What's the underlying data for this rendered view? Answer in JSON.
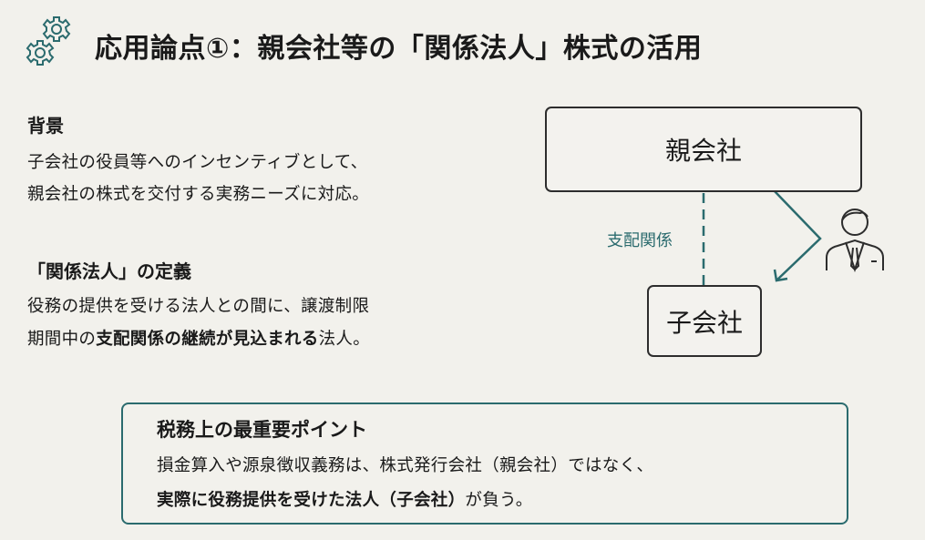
{
  "title": "応用論点①：親会社等の「関係法人」株式の活用",
  "background": {
    "heading": "背景",
    "lines": [
      "子会社の役員等へのインセンティブとして、",
      "親会社の株式を交付する実務ニーズに対応。"
    ]
  },
  "definition": {
    "heading": "「関係法人」の定義",
    "line1": "役務の提供を受ける法人との間に、譲渡制限",
    "line2_pre": "期間中の",
    "line2_bold": "支配関係の継続が見込まれる",
    "line2_post": "法人。"
  },
  "diagram": {
    "parent": "親会社",
    "child": "子会社",
    "relation": "支配関係"
  },
  "key_point": {
    "heading": "税務上の最重要ポイント",
    "line1": "損金算入や源泉徴収義務は、株式発行会社（親会社）ではなく、",
    "line2_bold": "実際に役務提供を受けた法人（子会社）",
    "line2_post": "が負う。"
  },
  "colors": {
    "accent": "#2b6b6e",
    "background": "#f2f1ec"
  }
}
